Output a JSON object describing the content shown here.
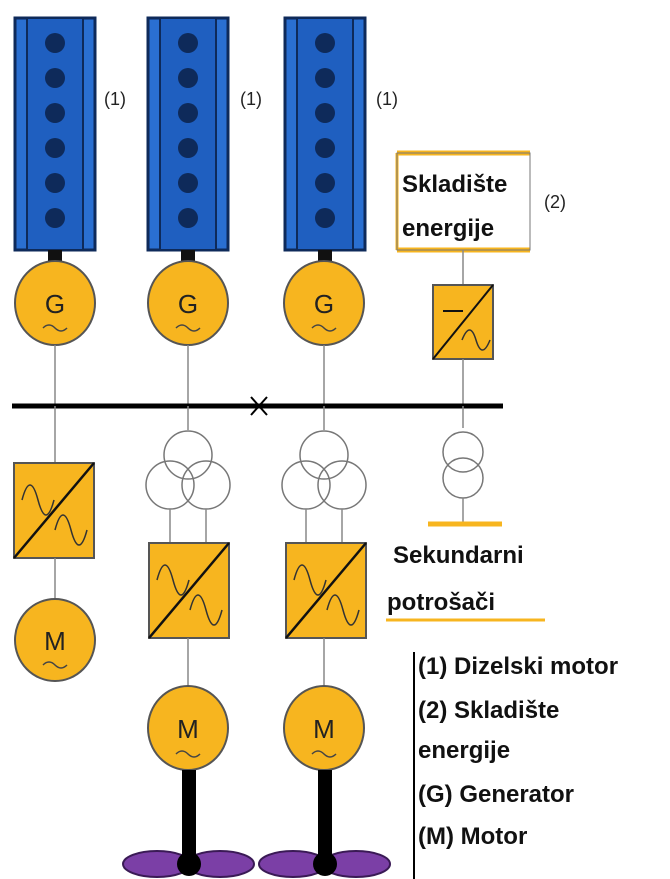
{
  "units": [
    {
      "engine_tag": "(1)",
      "generator_symbol": "G"
    },
    {
      "engine_tag": "(1)",
      "generator_symbol": "G"
    },
    {
      "engine_tag": "(1)",
      "generator_symbol": "G"
    }
  ],
  "motors": [
    {
      "symbol": "M"
    },
    {
      "symbol": "M"
    },
    {
      "symbol": "M"
    }
  ],
  "storage": {
    "line1": "Skladište",
    "line2": "energije",
    "tag": "(2)"
  },
  "secondary": {
    "line1": "Sekundarni",
    "line2": "potrošači"
  },
  "bus_breaker_symbol": "×",
  "legend": [
    "(1) Dizelski motor",
    "(2) Skladište",
    "energije",
    "(G) Generator",
    "(M) Motor"
  ],
  "colors": {
    "engine_blue": "#1f62c4",
    "engine_dark": "#0e2a5a",
    "component_yellow": "#f7b51f",
    "propeller_purple": "#7b3fa6",
    "line_black": "#000000"
  }
}
